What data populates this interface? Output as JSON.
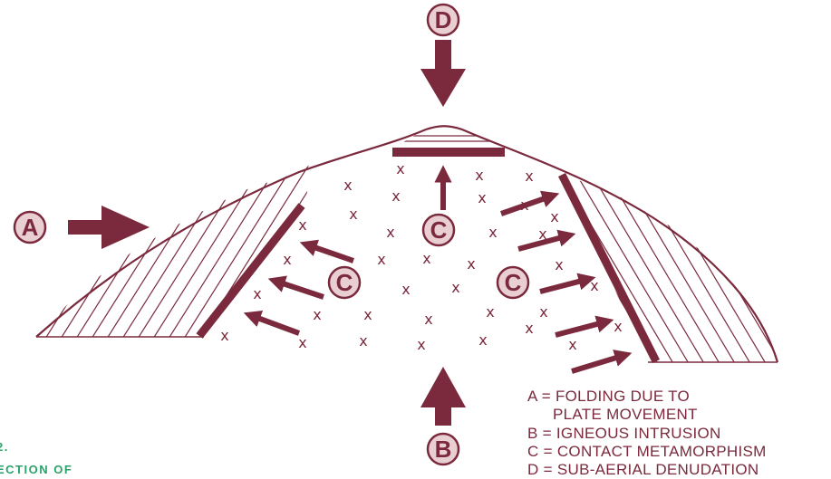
{
  "colors": {
    "accent": "#7b2a3d",
    "circle_fill": "#e9cfd2",
    "caption": "#2aa36a"
  },
  "labels": {
    "a": "A",
    "b": "B",
    "c": "C",
    "d": "D"
  },
  "intrusion_mark": "x",
  "legend": {
    "a_line1": "A = FOLDING DUE TO",
    "a_line2": "PLATE MOVEMENT",
    "b": "B = IGNEOUS INTRUSION",
    "c": "C = CONTACT METAMORPHISM",
    "d": "D = SUB-AERIAL DENUDATION"
  },
  "caption": {
    "line1": "2.",
    "line2": "ECTION OF"
  }
}
